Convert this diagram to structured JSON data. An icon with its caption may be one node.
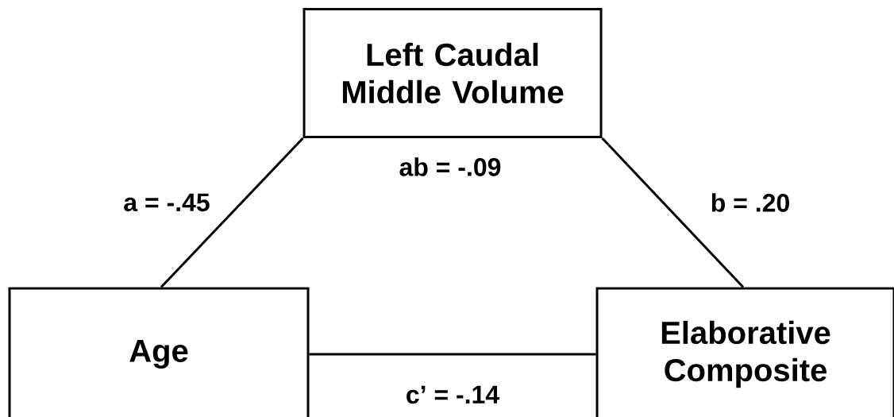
{
  "diagram": {
    "nodes": [
      {
        "text": [
          "Left Caudal Middle Volume"
        ]
      },
      {
        "text": [
          "Age"
        ]
      },
      {
        "text": [
          "Elaborative Composite"
        ]
      }
    ],
    "edges": [
      {
        "from": 1,
        "to": 0,
        "arrow": "none",
        "label": "a = -.45"
      },
      {
        "from": 0,
        "to": 2,
        "arrow": "none",
        "label": "b = .20"
      },
      {
        "from": 1,
        "to": 2,
        "arrow": "none",
        "label": "c’ = -.14"
      }
    ],
    "labels": [
      "ab = -.09"
    ]
  }
}
